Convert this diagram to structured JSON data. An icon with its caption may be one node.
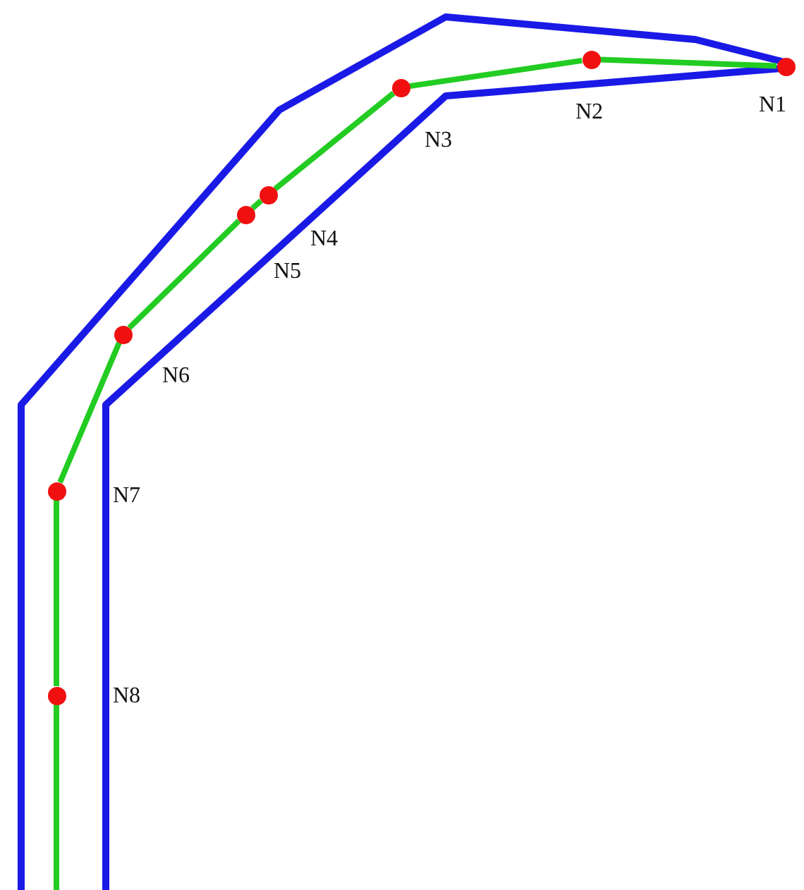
{
  "diagram": {
    "nodes": [
      {
        "text": [],
        "shape": "circle",
        "beside": [
          "N1"
        ]
      },
      {
        "text": [],
        "shape": "circle",
        "beside": [
          "N2"
        ]
      },
      {
        "text": [],
        "shape": "circle",
        "beside": [
          "N3"
        ]
      },
      {
        "text": [],
        "shape": "circle",
        "beside": [
          "N4"
        ]
      },
      {
        "text": [],
        "shape": "circle",
        "beside": [
          "N5"
        ]
      },
      {
        "text": [],
        "shape": "circle",
        "beside": [
          "N6"
        ]
      },
      {
        "text": [],
        "shape": "circle",
        "beside": [
          "N7"
        ]
      },
      {
        "text": [],
        "shape": "circle",
        "beside": [
          "N8"
        ]
      }
    ],
    "edges": [
      {
        "from": 0,
        "to": 1,
        "arrow": "none"
      },
      {
        "from": 1,
        "to": 2,
        "arrow": "none"
      },
      {
        "from": 2,
        "to": 3,
        "arrow": "none"
      },
      {
        "from": 3,
        "to": 4,
        "arrow": "none"
      },
      {
        "from": 4,
        "to": 5,
        "arrow": "none"
      },
      {
        "from": 5,
        "to": 6,
        "arrow": "none"
      },
      {
        "from": 6,
        "to": 7,
        "arrow": "none"
      },
      {
        "from": 7,
        "to": null,
        "arrow": "none"
      }
    ]
  }
}
